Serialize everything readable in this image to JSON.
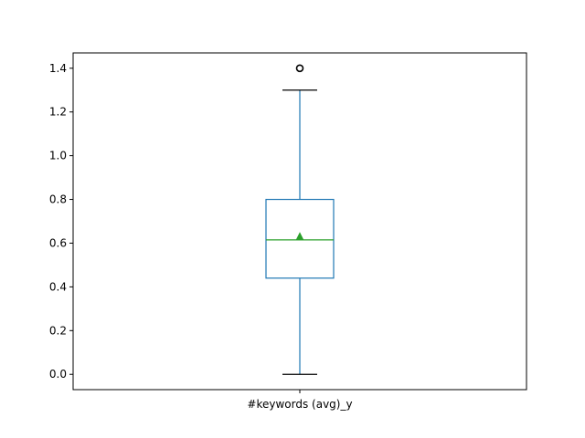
{
  "chart_data": {
    "type": "box",
    "categories": [
      "#keywords (avg)_y"
    ],
    "boxes": [
      {
        "name": "#keywords (avg)_y",
        "whisker_low": 0.0,
        "q1": 0.44,
        "median": 0.615,
        "q3": 0.8,
        "whisker_high": 1.3,
        "mean": 0.63,
        "outliers": [
          1.4
        ]
      }
    ],
    "ylim": [
      -0.07,
      1.47
    ],
    "yticks": [
      0.0,
      0.2,
      0.4,
      0.6,
      0.8,
      1.0,
      1.2,
      1.4
    ],
    "ytick_labels": [
      "0.0",
      "0.2",
      "0.4",
      "0.6",
      "0.8",
      "1.0",
      "1.2",
      "1.4"
    ],
    "title": "",
    "xlabel": "",
    "ylabel": "",
    "grid": false,
    "colors": {
      "box": "#1f77b4",
      "median": "#2ca02c",
      "mean_marker": "#2ca02c",
      "outlier": "#000000",
      "axes": "#000000"
    }
  }
}
